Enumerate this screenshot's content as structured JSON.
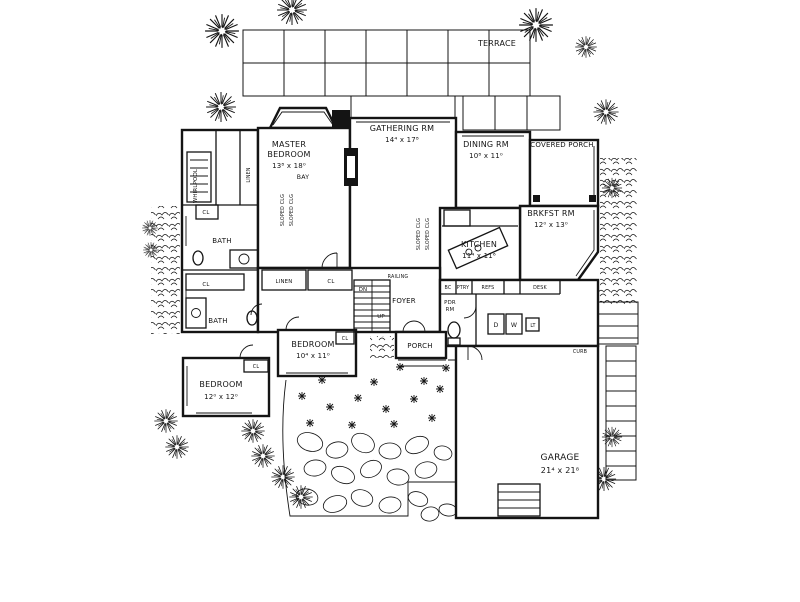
{
  "colors": {
    "ink": "#141414",
    "paper": "#ffffff"
  },
  "site": {
    "terrace_label": "TERRACE",
    "curb_label": "CURB"
  },
  "rooms": {
    "master_line1": "MASTER",
    "master_line2": "BEDROOM",
    "master_dim": "13⁸ x 18⁰",
    "master_bay": "BAY",
    "gathering": "GATHERING RM",
    "gathering_dim": "14⁴ x 17⁸",
    "dining": "DINING RM",
    "dining_dim": "10⁸ x 11⁰",
    "covered_porch": "COVERED PORCH",
    "brkfst": "BRKFST RM",
    "brkfst_dim": "12⁰ x 13⁰",
    "kitchen": "KITCHEN",
    "kitchen_dim": "11⁴ x 11⁶",
    "bath_upper": "BATH",
    "bath_lower": "BATH",
    "bedroom_mid": "BEDROOM",
    "bedroom_mid_dim": "10⁴ x 11⁰",
    "bedroom_left": "BEDROOM",
    "bedroom_left_dim": "12⁰ x 12⁰",
    "foyer": "FOYER",
    "porch": "PORCH",
    "garage": "GARAGE",
    "garage_dim": "21⁴ x 21⁸",
    "pdr_line1": "PDR",
    "pdr_line2": "RM"
  },
  "annotations": {
    "whirlpool": "WHIRLPOOL",
    "linen_closet": "LINEN",
    "linen_hall": "LINEN",
    "closet": "CL",
    "sloped_ceiling": "SLOPED CLG",
    "stairs_down": "DN",
    "stairs_up": "UP",
    "railing": "RAILING",
    "broom_closet": "BC",
    "pantry": "PTRY",
    "refrigerator": "REFS",
    "desk": "DESK",
    "dryer": "D",
    "washer": "W",
    "laundry_tray": "LT"
  }
}
